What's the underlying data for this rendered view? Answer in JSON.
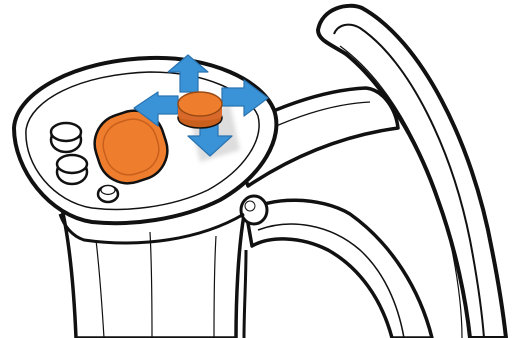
{
  "illustration": {
    "subject": "vr-motion-controller-top",
    "colors": {
      "outline": "#111111",
      "body_fill": "#ffffff",
      "button_fill": "#ffffff",
      "highlight_orange": "#ee7d2e",
      "arrow_blue": "#3a93d6",
      "arrow_blue_dark": "#2a73b0",
      "shadow_gray": "#cfcfcf"
    },
    "icons": {
      "thumbstick": "thumbstick-icon",
      "trackpad": "trackpad-icon",
      "arrow_up": "arrow-up-icon",
      "arrow_down": "arrow-down-icon",
      "arrow_left": "arrow-left-icon",
      "arrow_right": "arrow-right-icon",
      "button_top": "face-button-top-icon",
      "button_bottom": "face-button-bottom-icon",
      "button_menu": "menu-button-icon",
      "trigger": "side-button-icon"
    },
    "thumbstick_directions": [
      "up",
      "down",
      "left",
      "right"
    ]
  }
}
